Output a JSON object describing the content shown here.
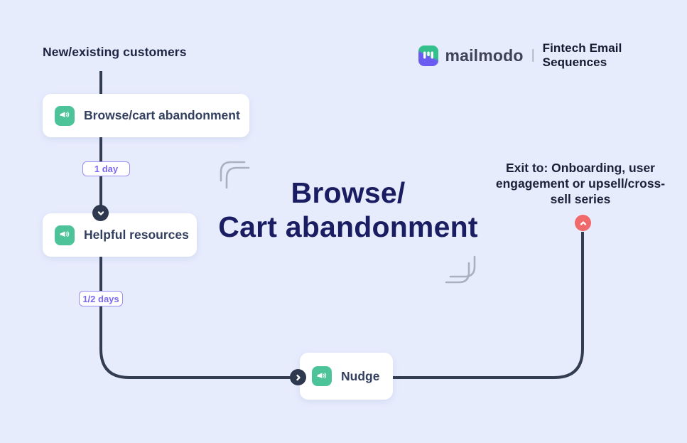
{
  "colors": {
    "background": "#e7ecfd",
    "wire": "#323d52",
    "node_icon_green": "#4cc399",
    "badge_purple": "#7a68ef",
    "exit_dot_red": "#f0696b",
    "title_navy": "#1a1d62",
    "bracket_gray": "#a9b0bf"
  },
  "header": {
    "audience_label": "New/existing customers",
    "brand_name": "mailmodo",
    "brand_divider": "|",
    "brand_tagline": "Fintech Email Sequences"
  },
  "title": {
    "line1": "Browse/",
    "line2": "Cart abandonment"
  },
  "flow": {
    "nodes": [
      {
        "label": "Browse/cart abandonment",
        "icon": "megaphone-icon"
      },
      {
        "label": "Helpful resources",
        "icon": "megaphone-icon"
      },
      {
        "label": "Nudge",
        "icon": "megaphone-icon"
      }
    ],
    "delays": [
      {
        "label": "1 day"
      },
      {
        "label": "1/2 days"
      }
    ],
    "connector_icons": [
      "chevron-down-icon",
      "chevron-right-icon",
      "chevron-up-icon"
    ]
  },
  "exit_note": {
    "text": "Exit to: Onboarding, user engagement or upsell/cross-sell series"
  }
}
